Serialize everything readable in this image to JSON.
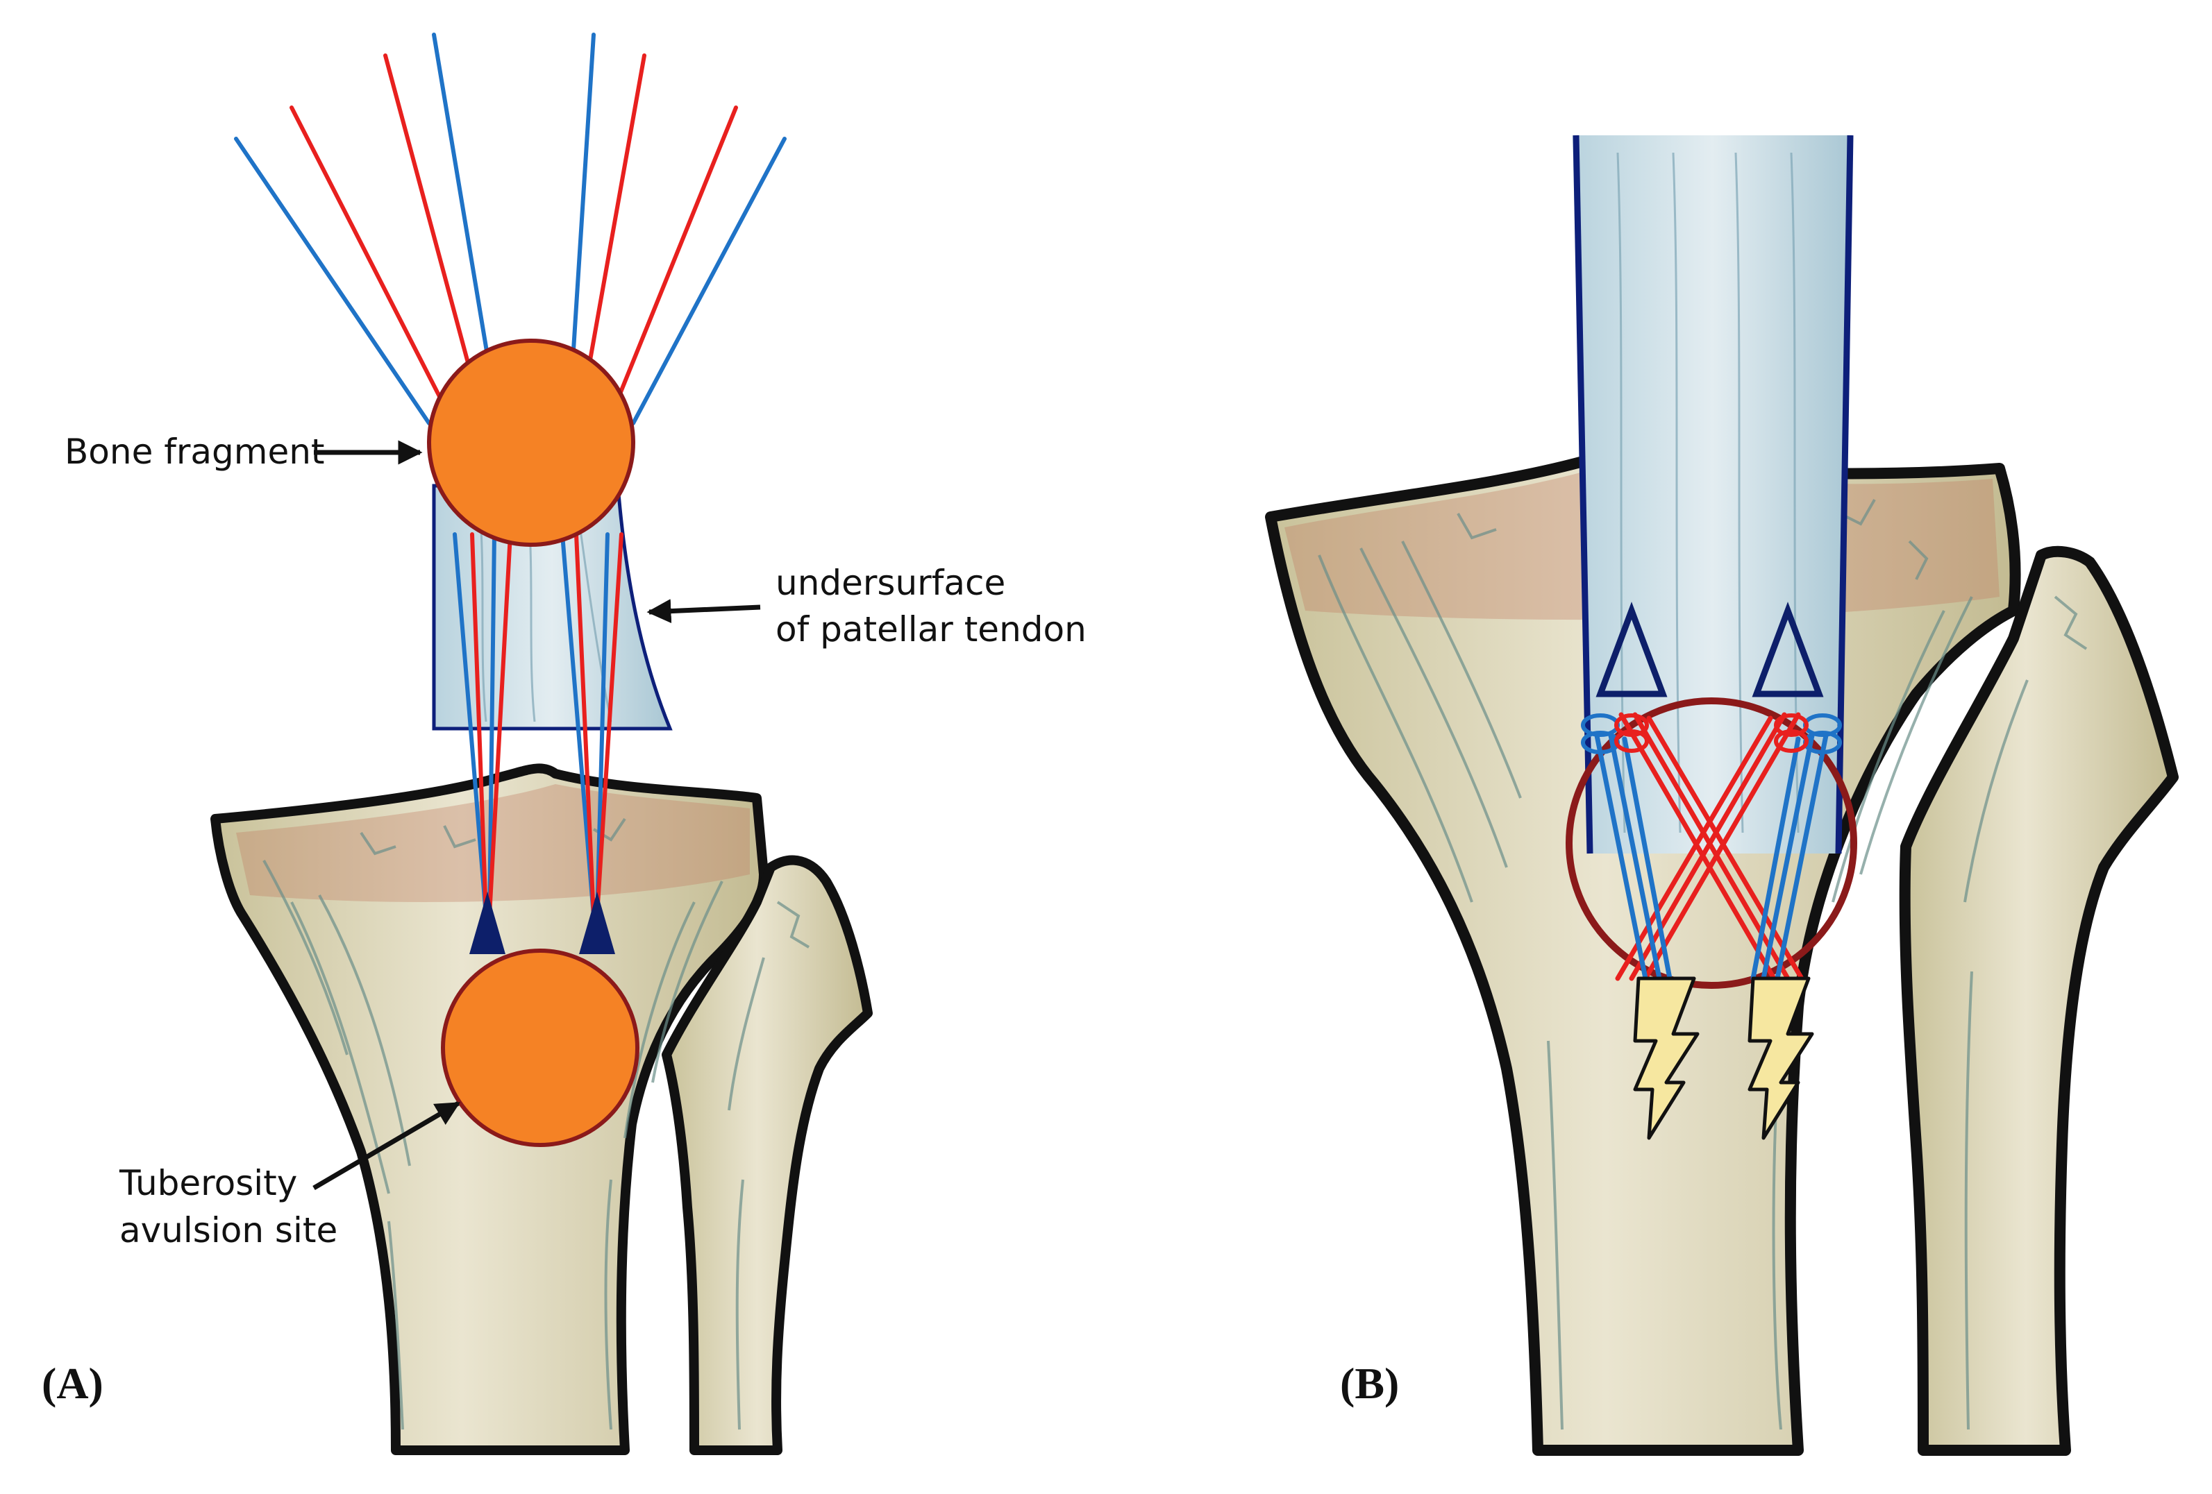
{
  "panels": [
    {
      "id": "A",
      "panel_label": "(A)",
      "labels": {
        "bone_fragment": "Bone fragment",
        "undersurface_line1": "undersurface",
        "undersurface_line2": "of patellar tendon",
        "tuberosity_line1": "Tuberosity",
        "tuberosity_line2": "avulsion site"
      }
    },
    {
      "id": "B",
      "panel_label": "(B)"
    }
  ],
  "colors": {
    "bone_fill": "#d9cba2",
    "bone_outline": "#111111",
    "bone_texture": "#6b8f8a",
    "bone_red_tint": "#c07b60",
    "tendon_fill": "#c9dde6",
    "tendon_outline": "#0d1f7a",
    "fragment_fill": "#f58225",
    "fragment_outline": "#8b1a1a",
    "suture_blue": "#1f73c7",
    "suture_red": "#e8201e",
    "anchor_navy": "#0d1f6a",
    "lightning_fill": "#f6e7a0"
  },
  "icons": [
    "arrow-icon",
    "anchor-triangle-icon",
    "lightning-bolt-icon"
  ]
}
